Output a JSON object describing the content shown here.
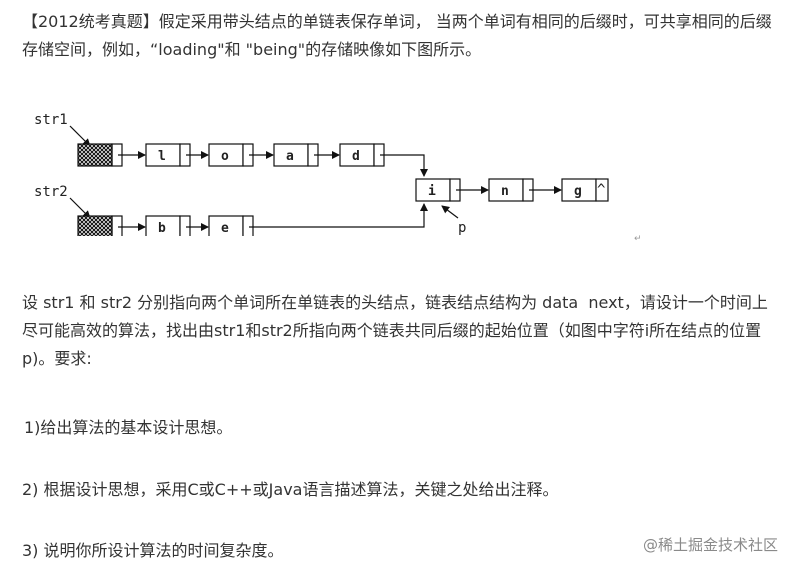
{
  "content": {
    "intro": "【2012统考真题】假定采用带头结点的单链表保存单词， 当两个单词有相同的后缀时，可共享相同的后缀存储空间，例如，“loading\"和 \"being\"的存储映像如下图所示。",
    "description": "设 str1 和 str2 分别指向两个单词所在单链表的头结点，链表结点结构为 data  next，请设计一个时间上尽可能高效的算法，找出由str1和str2所指向两个链表共同后缀的起始位置（如图中字符i所在结点的位置p)。要求:",
    "req1": "1)给出算法的基本设计思想。",
    "req2": "2) 根据设计思想，采用C或C++或Java语言描述算法，关键之处给出注释。",
    "req3": "3) 说明你所设计算法的时间复杂度。"
  },
  "figure": {
    "label_str1": "str1",
    "label_str2": "str2",
    "nodes_str1": [
      "l",
      "o",
      "a",
      "d"
    ],
    "nodes_str2": [
      "b",
      "e"
    ],
    "shared_nodes": [
      "i",
      "n",
      "g"
    ],
    "null_symbol": "^",
    "pointer_label": "p"
  },
  "return_mark": "↵",
  "watermark": "@稀土掘金技术社区"
}
